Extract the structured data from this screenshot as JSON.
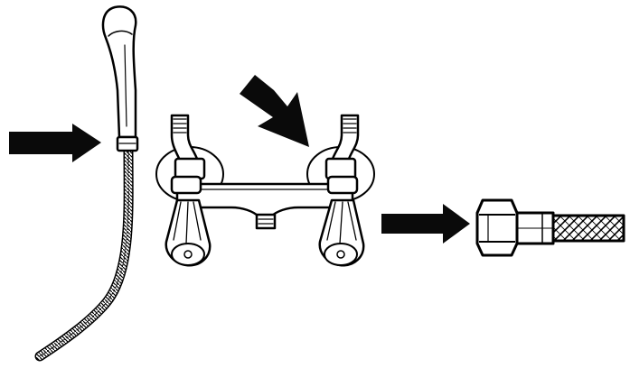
{
  "colors": {
    "ink": "#000000",
    "paper": "#ffffff",
    "arrow": "#0a0a0a"
  },
  "parts": [
    {
      "name": "shower-handset-with-hose"
    },
    {
      "name": "two-handle-mixer-tap"
    },
    {
      "name": "braided-connection-hose"
    }
  ],
  "arrows": [
    {
      "name": "arrow-right-to-shower-hose",
      "direction": "right"
    },
    {
      "name": "arrow-down-right-to-tap-connector",
      "direction": "down-right"
    },
    {
      "name": "arrow-right-to-braided-hose",
      "direction": "right"
    }
  ]
}
